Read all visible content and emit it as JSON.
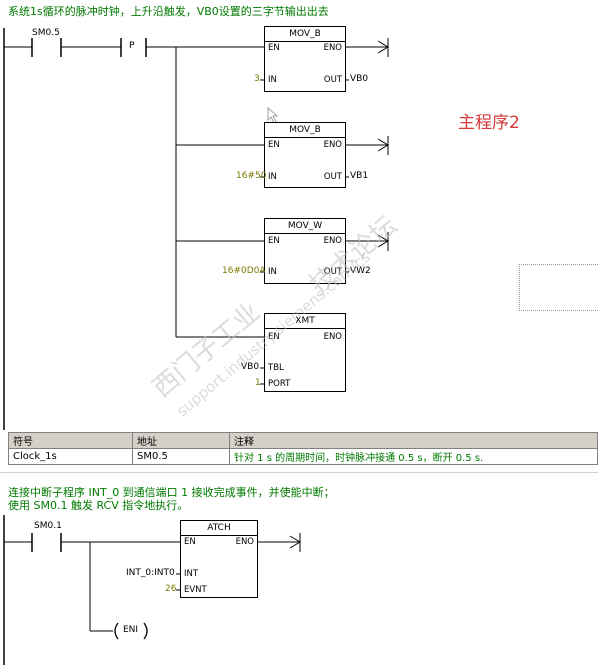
{
  "network1": {
    "comment": "系统1s循环的脉冲时钟，上升沿触发，VB0设置的三字节输出出去",
    "contact": "SM0.5",
    "edge": "P",
    "blocks": [
      {
        "name": "MOV_B",
        "en": "EN",
        "eno": "ENO",
        "in_label": "IN",
        "out_label": "OUT",
        "in_value": "3",
        "out_value": "VB0"
      },
      {
        "name": "MOV_B",
        "en": "EN",
        "eno": "ENO",
        "in_label": "IN",
        "out_label": "OUT",
        "in_value": "16#50",
        "out_value": "VB1"
      },
      {
        "name": "MOV_W",
        "en": "EN",
        "eno": "ENO",
        "in_label": "IN",
        "out_label": "OUT",
        "in_value": "16#0D0A",
        "out_value": "VW2"
      }
    ],
    "xmt": {
      "name": "XMT",
      "en": "EN",
      "eno": "ENO",
      "tbl_label": "TBL",
      "port_label": "PORT",
      "tbl_value": "VB0",
      "port_value": "1"
    },
    "note": "主程序2"
  },
  "symbol_table": {
    "headers": [
      "符号",
      "地址",
      "注释"
    ],
    "rows": [
      [
        "Clock_1s",
        "SM0.5",
        "针对 1 s 的周期时间，时钟脉冲接通 0.5 s，断开 0.5 s."
      ]
    ]
  },
  "network2": {
    "comment_line1": "连接中断子程序 INT_0 到通信端口 1 接收完成事件，并使能中断；",
    "comment_line2": "使用 SM0.1 触发 RCV 指令地执行。",
    "contact": "SM0.1",
    "atch": {
      "name": "ATCH",
      "en": "EN",
      "eno": "ENO",
      "int_label": "INT",
      "evnt_label": "EVNT",
      "int_value": "INT_0:INT0",
      "evnt_value": "26"
    },
    "eni": "ENI"
  },
  "watermark": {
    "line1": "西门子工业",
    "line2": "技术论坛",
    "line3": "support.industry.siemens.com/cs"
  },
  "colors": {
    "comment": "#007a00",
    "note": "#d43a3a",
    "olive_value": "#7a7a00",
    "table_header": "#d4d0c8"
  }
}
